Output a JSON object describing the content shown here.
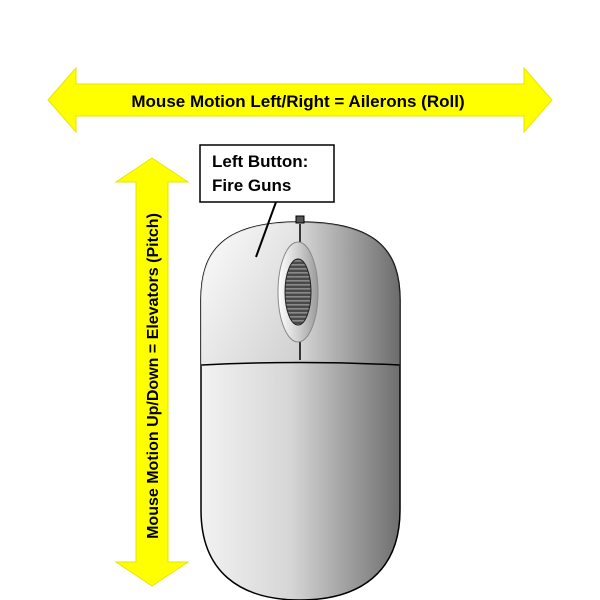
{
  "diagram": {
    "horizontal_arrow_label": "Mouse Motion Left/Right = Ailerons (Roll)",
    "vertical_arrow_label": "Mouse Motion Up/Down = Elevators (Pitch)",
    "callout": {
      "line1": "Left Button:",
      "line2": "Fire Guns"
    }
  },
  "colors": {
    "arrow": "#ffff00",
    "callout_border": "#000000",
    "mouse_outline": "#000000"
  }
}
